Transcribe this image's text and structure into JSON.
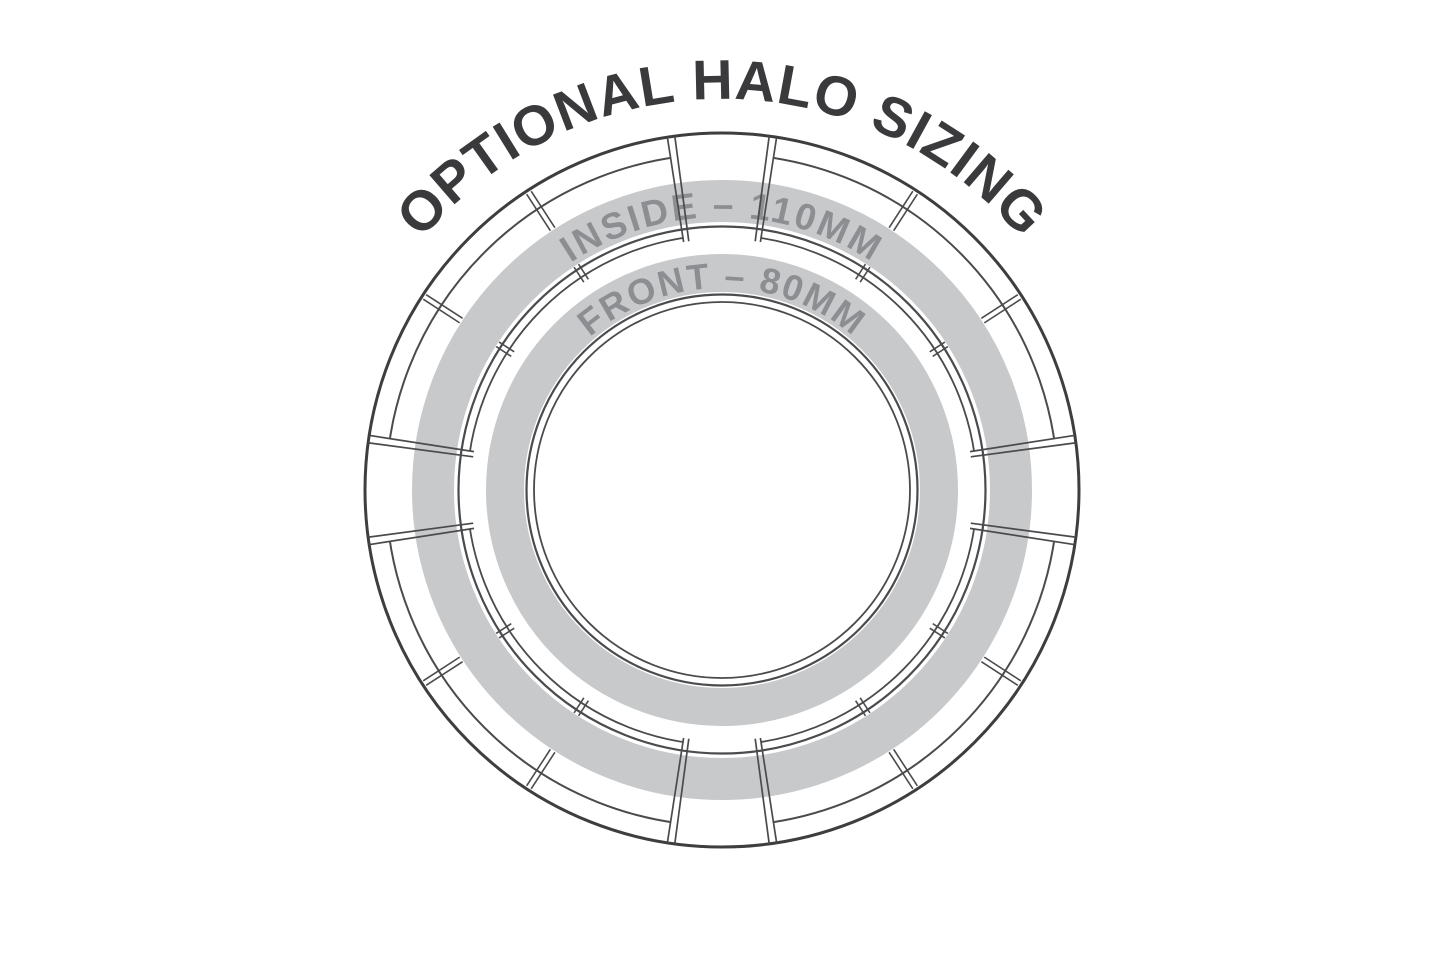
{
  "title": "OPTIONAL HALO SIZING",
  "diagram": {
    "bands": {
      "inside": {
        "label": "INSIDE – 110MM"
      },
      "front": {
        "label": "FRONT – 80MM"
      }
    },
    "measurements": {
      "inside_diameter": "110MM",
      "front_diameter": "80MM"
    },
    "colors": {
      "band": "#c8c9cb",
      "band_text": "#8d8e92",
      "line": "#4b4b4e",
      "outer_line": "#3e3e41",
      "title_text": "#3a3a3d"
    }
  }
}
